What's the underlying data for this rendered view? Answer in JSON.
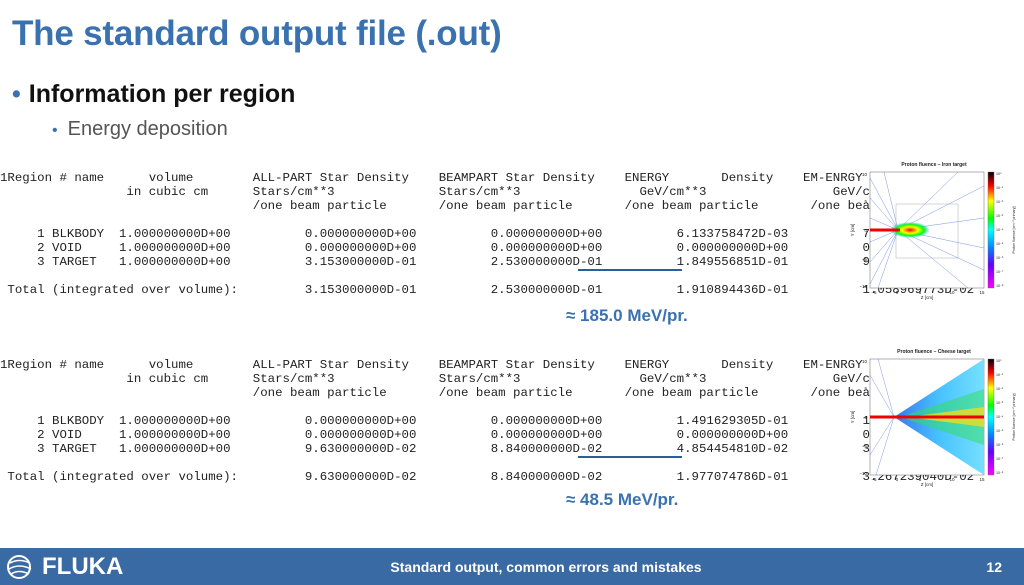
{
  "slide": {
    "title": "The standard output file (.out)",
    "bullet1": "Information per region",
    "bullet2": "Energy deposition"
  },
  "bullet_glyph": "•",
  "table1": {
    "lines": [
      "1Region # name      volume        ALL-PART Star Density    BEAMPART Star Density    ENERGY       Density    EM-ENRGY       Density",
      "                 in cubic cm      Stars/cm**3              Stars/cm**3                GeV/cm**3                 GeV/cm**3",
      "                                  /one beam particle       /one beam particle       /one beam particle       /one beam particle",
      "",
      "     1 BLKBODY  1.000000000D+00          0.000000000D+00          0.000000000D+00          6.133758472D-03          7.633542712D-04",
      "     2 VOID     1.000000000D+00          0.000000000D+00          0.000000000D+00          0.000000000D+00          0.000000000D+00",
      "     3 TARGET   1.000000000D+00          3.153000000D-01          2.530000000D-01          1.849556851D-01          9.826343461D-03",
      "",
      " Total (integrated over volume):         3.153000000D-01          2.530000000D-01          1.910894436D-01          1.058969773D-02"
    ],
    "approx": "≈ 185.0 MeV/pr."
  },
  "table2": {
    "lines": [
      "1Region # name      volume        ALL-PART Star Density    BEAMPART Star Density    ENERGY       Density    EM-ENRGY       Density",
      "                 in cubic cm      Stars/cm**3              Stars/cm**3                GeV/cm**3                 GeV/cm**3",
      "                                  /one beam particle       /one beam particle       /one beam particle       /one beam particle",
      "",
      "     1 BLKBODY  1.000000000D+00          0.000000000D+00          0.000000000D+00          1.491629305D-01          1.177755188D-04",
      "     2 VOID     1.000000000D+00          0.000000000D+00          0.000000000D+00          0.000000000D+00          0.000000000D+00",
      "     3 TARGET   1.000000000D+00          9.630000000D-02          8.840000000D-02          4.854454810D-02          3.149463521D-03",
      "",
      " Total (integrated over volume):         9.630000000D-02          8.840000000D-02          1.977074786D-01          3.267239040D-02"
    ],
    "approx": "≈ 48.5 MeV/pr."
  },
  "plot1": {
    "title": "Proton fluence – Iron target",
    "xlabel": "Z [cm]",
    "ylabel": "Y [cm]",
    "cbar_label": "Proton fluence [cm⁻² primary]",
    "xticks": [
      "−5",
      "0",
      "5",
      "10",
      "15"
    ],
    "yticks": [
      "10",
      "5",
      "0",
      "−5",
      "−10"
    ],
    "cticks": [
      "10⁰",
      "10⁻¹",
      "10⁻²",
      "10⁻³",
      "10⁻⁴",
      "10⁻⁵",
      "10⁻⁶",
      "10⁻⁷",
      "10⁻⁸"
    ]
  },
  "plot2": {
    "title": "Proton fluence – Cheese target",
    "xlabel": "Z [cm]",
    "ylabel": "Y [cm]",
    "cbar_label": "Proton fluence [cm⁻² primary]",
    "xticks": [
      "−5",
      "0",
      "5",
      "10",
      "15"
    ],
    "yticks": [
      "10",
      "5",
      "0",
      "−5",
      "−10"
    ],
    "cticks": [
      "10⁰",
      "10⁻¹",
      "10⁻²",
      "10⁻³",
      "10⁻⁴",
      "10⁻⁵",
      "10⁻⁶",
      "10⁻⁷",
      "10⁻⁸"
    ]
  },
  "footer": {
    "logo_text": "FLUKA",
    "text": "Standard output, common errors and mistakes",
    "page": "12"
  },
  "colors": {
    "title": "#3a72b0",
    "footer_bg": "#3a6aa3",
    "underline": "#2c5f99"
  },
  "icons": [
    "fluka-logo-icon"
  ]
}
